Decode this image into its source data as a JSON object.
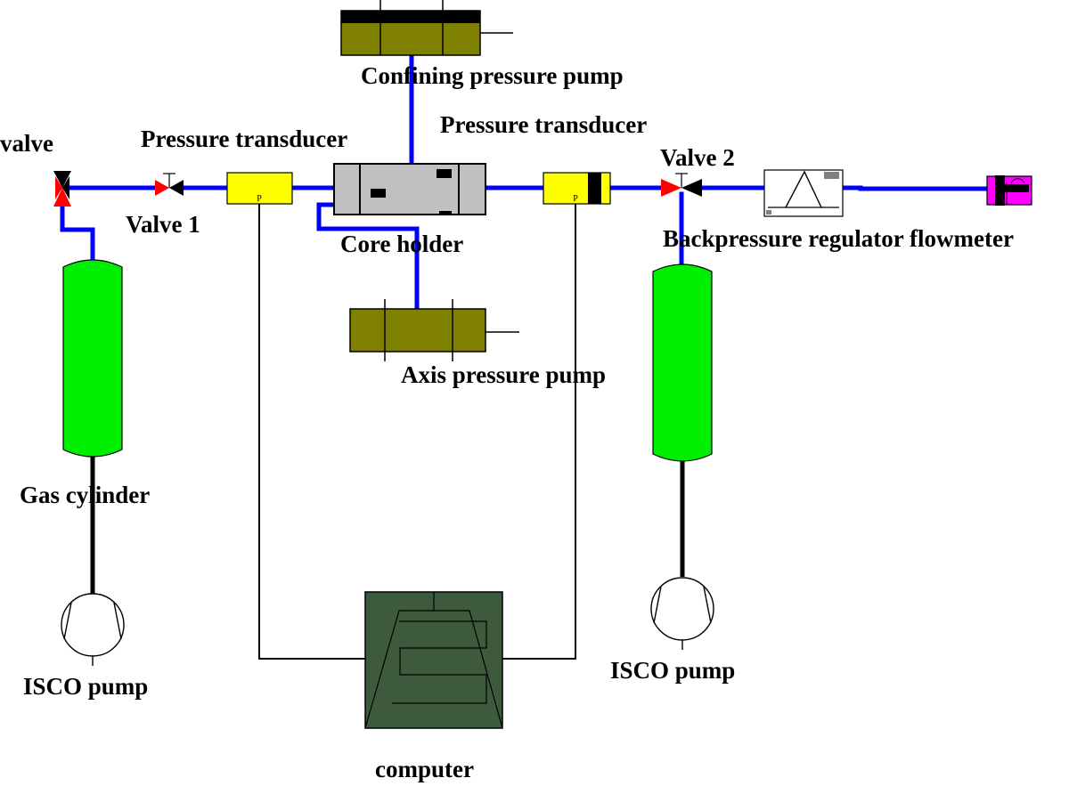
{
  "labels": {
    "confining_pump": "Confining pressure pump",
    "pt_left": "Pressure transducer",
    "pt_right": "Pressure transducer",
    "valve_main": "valve",
    "valve1": "Valve 1",
    "valve2": "Valve 2",
    "core_holder": "Core holder",
    "bpr_flowmeter": "Backpressure regulator flowmeter",
    "axis_pump": "Axis pressure pump",
    "gas_cylinder": "Gas cylinder",
    "isco_left": "ISCO pump",
    "isco_right": "ISCO pump",
    "computer": "computer",
    "p_left": "P",
    "p_right": "P"
  },
  "colors": {
    "pipe": "#0000ff",
    "cylinder": "#00ee00",
    "pump_body": "#808000",
    "transducer": "#ffff00",
    "core_holder": "#c0c0c0",
    "computer": "#3d5a3c",
    "valve_red": "#ff0000",
    "outlet": "#ff00ff"
  }
}
